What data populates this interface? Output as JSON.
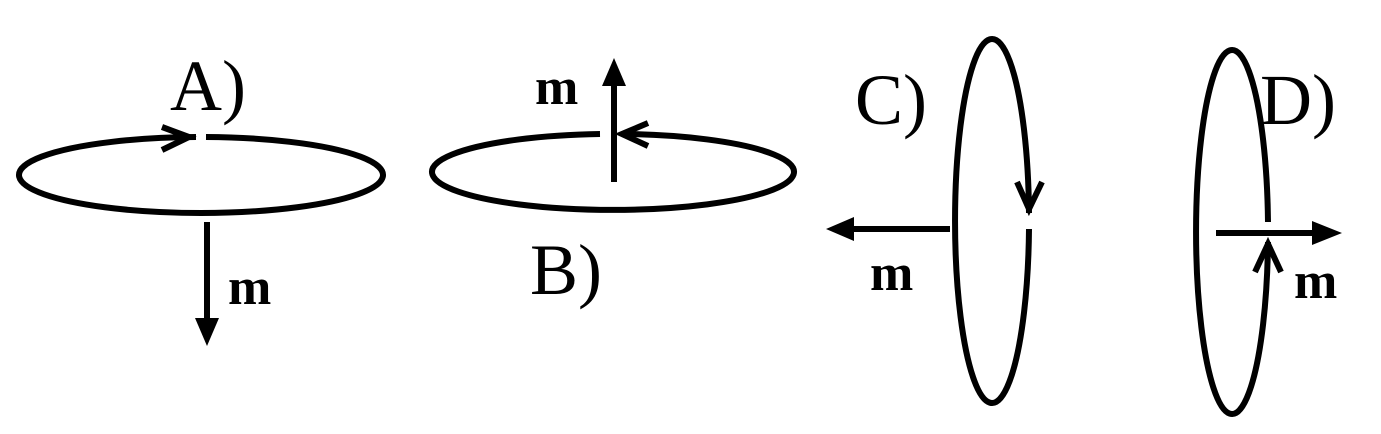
{
  "diagram": {
    "panels": [
      {
        "id": "A",
        "label": "A)",
        "moment_label": "m"
      },
      {
        "id": "B",
        "label": "B)",
        "moment_label": "m"
      },
      {
        "id": "C",
        "label": "C)",
        "moment_label": "m"
      },
      {
        "id": "D",
        "label": "D)",
        "moment_label": "m"
      }
    ],
    "colors": {
      "line": "#000000",
      "background": "#ffffff"
    }
  }
}
